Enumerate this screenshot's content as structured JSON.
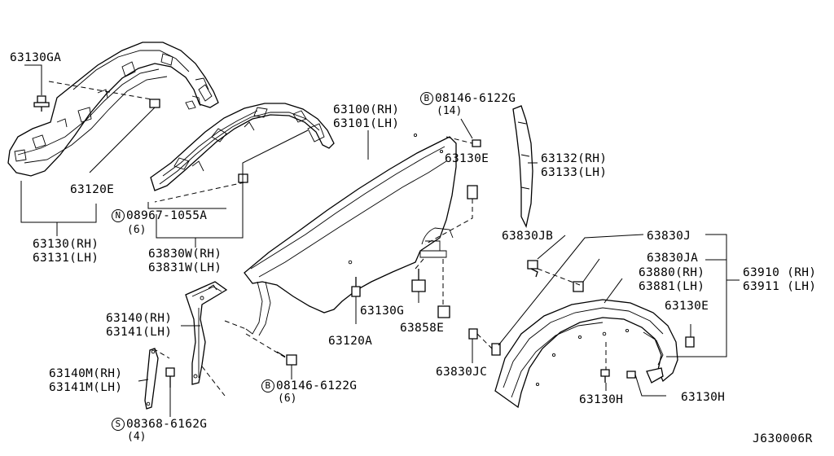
{
  "diagram_code": "J630006R",
  "labels": {
    "p63130GA": "63130GA",
    "p63120E": "63120E",
    "p63130rh": "63130(RH)",
    "p63131lh": "63131(LH)",
    "n08967": "08967-1055A",
    "n08967_prefix": "N",
    "n08967_qty": "(6)",
    "p63830W": "63830W(RH)",
    "p63831W": "63831W(LH)",
    "p63100": "63100(RH)",
    "p63101": "63101(LH)",
    "b08146top": "08146-6122G",
    "b08146top_prefix": "B",
    "b08146top_qty": "(14)",
    "p63130E_top": "63130E",
    "p63132": "63132(RH)",
    "p63133": "63133(LH)",
    "p63830JB": "63830JB",
    "p63830J": "63830J",
    "p63830JA": "63830JA",
    "p63880": "63880(RH)",
    "p63881": "63881(LH)",
    "p63910": "63910 (RH)",
    "p63911": "63911 (LH)",
    "p63130E_right": "63130E",
    "p63140": "63140(RH)",
    "p63141": "63141(LH)",
    "p63130G": "63130G",
    "p63858E": "63858E",
    "p63120A": "63120A",
    "p63830JC": "63830JC",
    "p63140M": "63140M(RH)",
    "p63141M": "63141M(LH)",
    "b08146bot": "08146-6122G",
    "b08146bot_prefix": "B",
    "b08146bot_qty": "(6)",
    "s08368": "08368-6162G",
    "s08368_prefix": "S",
    "s08368_qty": "(4)",
    "p63130H_left": "63130H",
    "p63130H_right": "63130H"
  }
}
